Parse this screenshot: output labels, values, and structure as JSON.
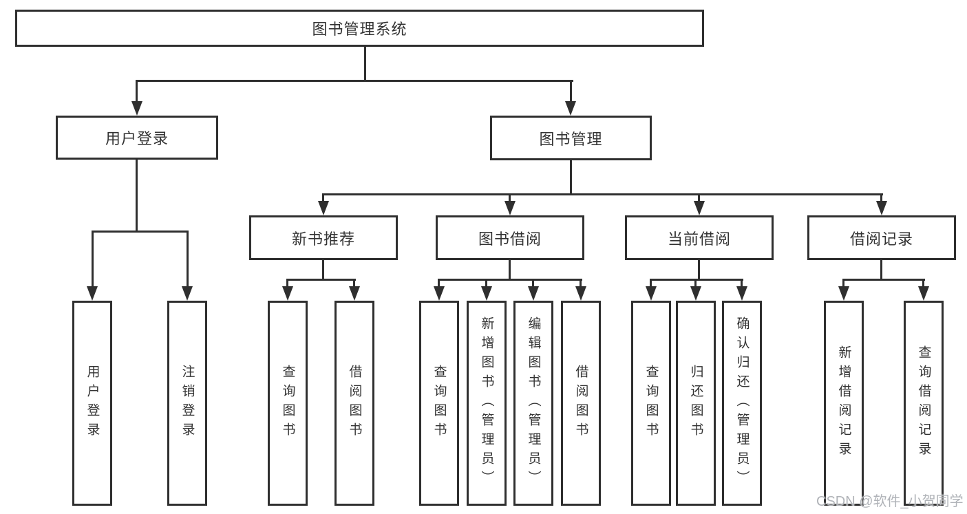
{
  "title": "图书管理系统",
  "nodes": {
    "root": "图书管理系统",
    "user_login": "用户登录",
    "book_mgmt": "图书管理",
    "new_book_rec": "新书推荐",
    "book_borrow": "图书借阅",
    "current_borrow": "当前借阅",
    "borrow_record": "借阅记录",
    "ul_login": "用户登录",
    "ul_logout": "注销登录",
    "nb_query": "查询图书",
    "nb_borrow": "借阅图书",
    "bb_query": "查询图书",
    "bb_add": "新增图书（管理员）",
    "bb_edit": "编辑图书（管理员）",
    "bb_borrow": "借阅图书",
    "cb_query": "查询图书",
    "cb_return": "归还图书",
    "cb_confirm": "确认归还（管理员）",
    "br_add": "新增借阅记录",
    "br_query": "查询借阅记录"
  },
  "hierarchy": {
    "图书管理系统": {
      "用户登录": [
        "用户登录",
        "注销登录"
      ],
      "图书管理": {
        "新书推荐": [
          "查询图书",
          "借阅图书"
        ],
        "图书借阅": [
          "查询图书",
          "新增图书（管理员）",
          "编辑图书（管理员）",
          "借阅图书"
        ],
        "当前借阅": [
          "查询图书",
          "归还图书",
          "确认归还（管理员）"
        ],
        "借阅记录": [
          "新增借阅记录",
          "查询借阅记录"
        ]
      }
    }
  },
  "watermark": "CSDN @软件_小贺同学",
  "colors": {
    "line": "#2f2f2f",
    "text": "#333333",
    "background": "#ffffff",
    "watermark": "#b0b3b8"
  }
}
